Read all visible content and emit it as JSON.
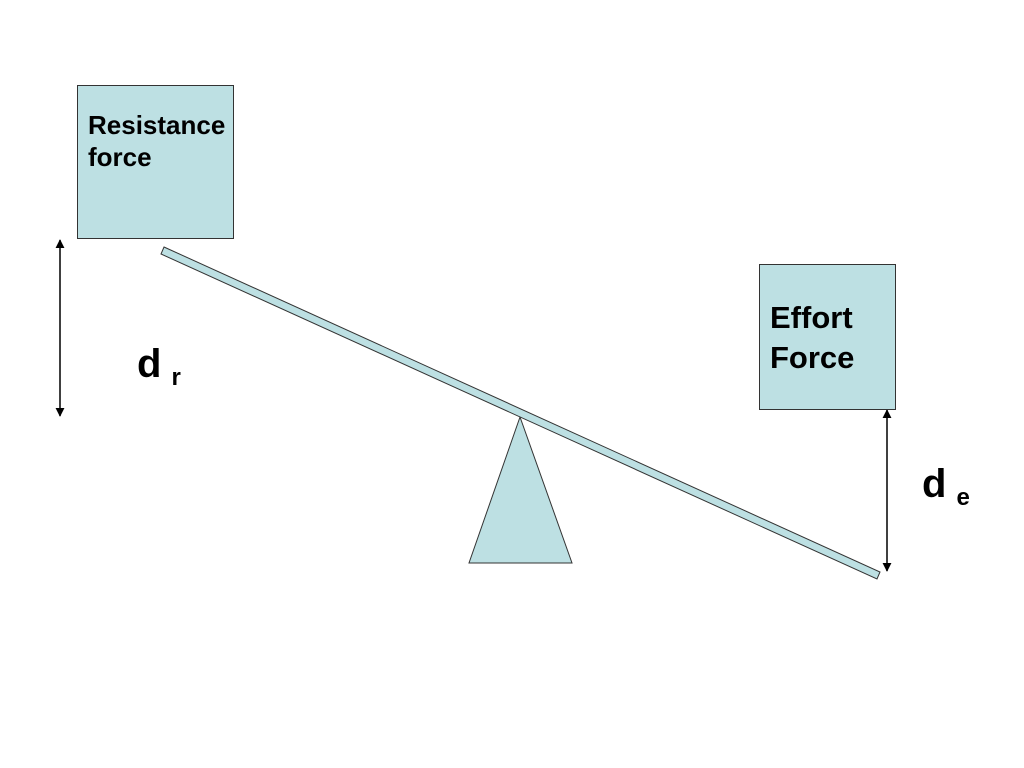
{
  "colors": {
    "fill": "#bde0e3",
    "stroke": "#333333",
    "text": "#000000"
  },
  "resistance_box": {
    "line1": "Resistance",
    "line2": "force"
  },
  "effort_box": {
    "line1": "Effort",
    "line2": "Force"
  },
  "resistance_distance": {
    "symbol": "d",
    "subscript": "r"
  },
  "effort_distance": {
    "symbol": "d",
    "subscript": "e"
  }
}
